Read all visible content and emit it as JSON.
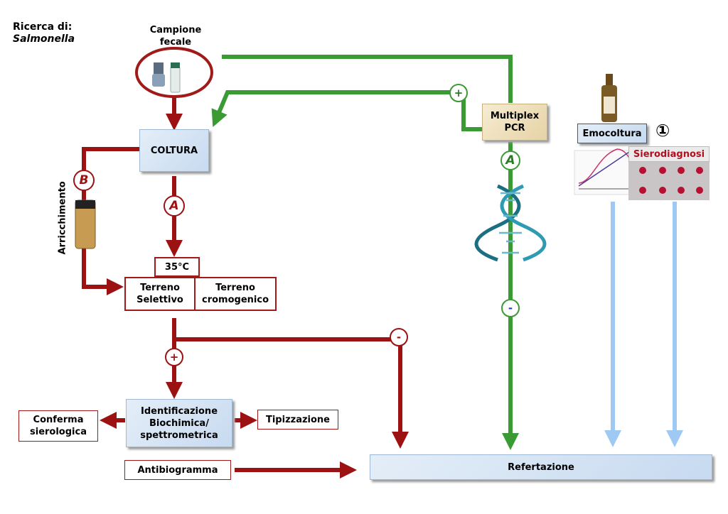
{
  "title": {
    "line1": "Ricerca di:",
    "line2": "Salmonella"
  },
  "sample": {
    "label": "Campione fecale"
  },
  "coltura": {
    "label": "COLTURA"
  },
  "arricchimento": {
    "label": "Arricchimento"
  },
  "temperature": {
    "label": "35°C"
  },
  "terreno_selettivo": {
    "label": "Terreno Selettivo"
  },
  "terreno_cromogenico": {
    "label": "Terreno cromogenico"
  },
  "identificazione": {
    "label": "Identificazione Biochimica/ spettrometrica"
  },
  "conferma": {
    "label": "Conferma sierologica"
  },
  "tipizzazione": {
    "label": "Tipizzazione"
  },
  "antibiogramma": {
    "label": "Antibiogramma"
  },
  "refertazione": {
    "label": "Refertazione"
  },
  "multiplex": {
    "label": "Multiplex PCR"
  },
  "emocoltura": {
    "label": "Emocoltura"
  },
  "sierodiagnosi": {
    "label": "Sierodiagnosi"
  },
  "step_marker": {
    "label": "①"
  },
  "markers": {
    "a_left": "A",
    "b_left": "B",
    "a_pcr": "A",
    "plus_pcr": "+",
    "minus_pcr": "-",
    "plus_red": "+",
    "minus_red": "-"
  },
  "colors": {
    "red": "#9c1111",
    "green": "#3a9a34",
    "light_blue": "#9ec9f2"
  }
}
